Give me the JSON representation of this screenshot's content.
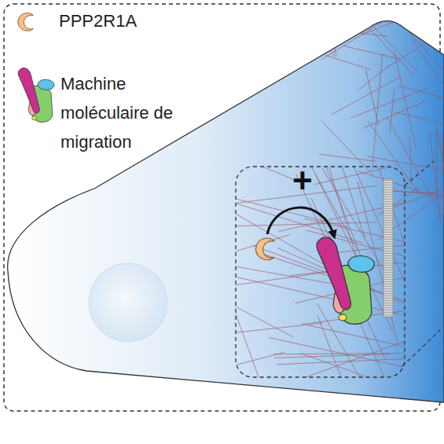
{
  "diagram": {
    "labels": [
      "+"
    ],
    "legend": [
      {
        "text": "PPP2R1A"
      },
      {
        "text": "Machine moléculaire de migration"
      }
    ]
  }
}
